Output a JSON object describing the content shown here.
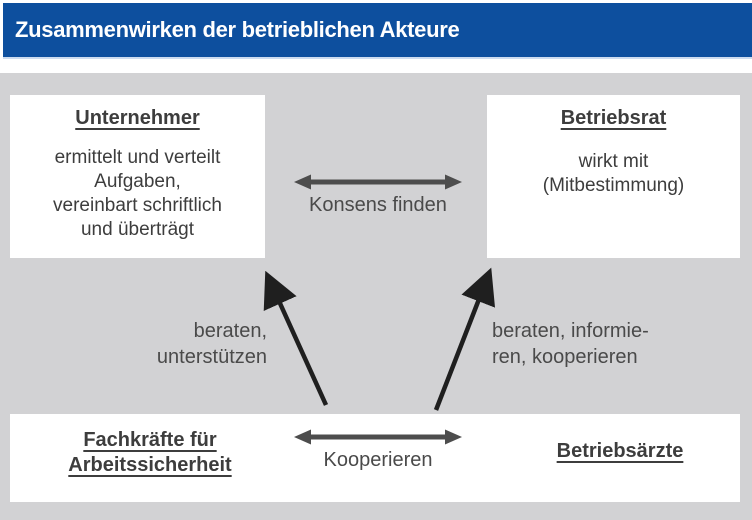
{
  "header": {
    "title": "Zusammenwirken der betrieblichen Akteure"
  },
  "colors": {
    "header_bg": "#0d4f9e",
    "header_text": "#ffffff",
    "panel_bg": "#d2d2d4",
    "box_bg": "#ffffff",
    "text": "#3d3d3d",
    "double_arrow": "#4d4d4d",
    "single_arrow": "#1f1f1f"
  },
  "boxes": {
    "unternehmer": {
      "title": "Unternehmer",
      "lines": [
        "ermittelt und verteilt",
        "Aufgaben,",
        "vereinbart schriftlich",
        "und überträgt"
      ]
    },
    "betriebsrat": {
      "title": "Betriebsrat",
      "lines": [
        "wirkt mit",
        "(Mitbestimmung)"
      ]
    },
    "fachkraefte": {
      "line1": "Fachkräfte für",
      "line2": "Arbeitssicherheit"
    },
    "betriebsaerzte": {
      "title": "Betriebsärzte"
    }
  },
  "relations": {
    "konsens": {
      "label": "Konsens finden"
    },
    "kooperieren": {
      "label": "Kooperieren"
    },
    "left_diagonal": {
      "line1": "beraten,",
      "line2": "unterstützen"
    },
    "right_diagonal": {
      "line1": "beraten, informie-",
      "line2": "ren, kooperieren"
    }
  }
}
